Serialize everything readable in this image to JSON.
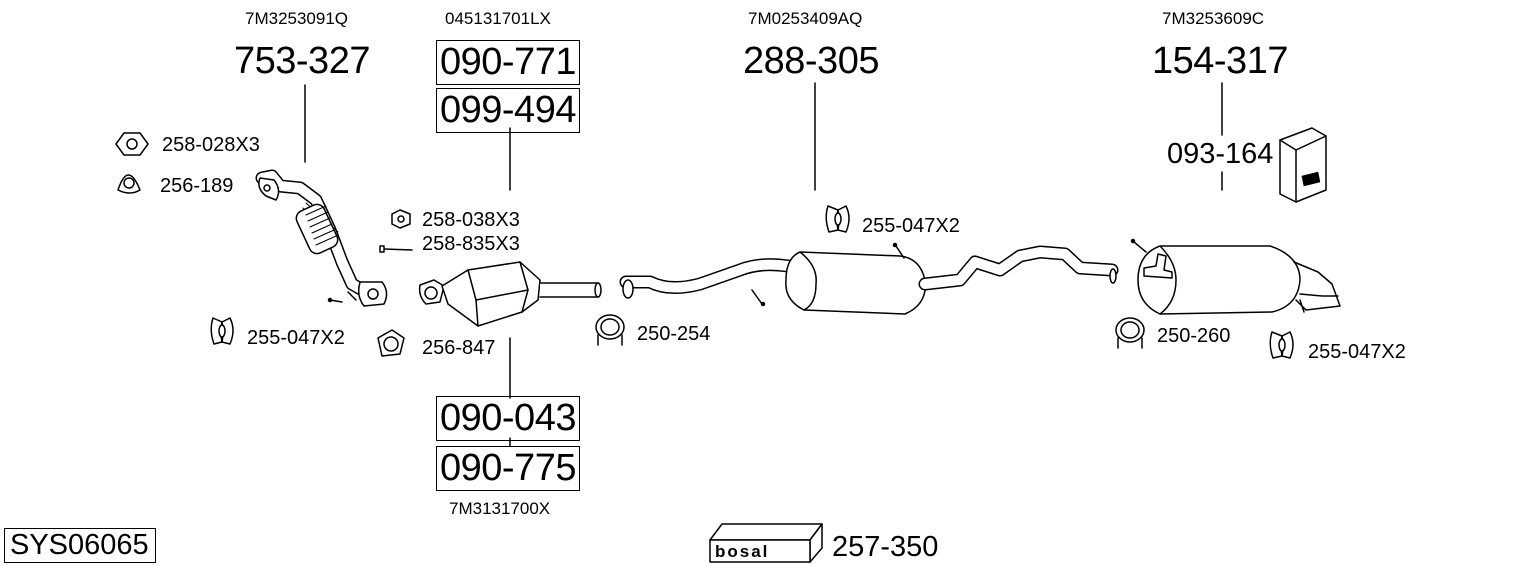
{
  "system_code": "SYS06065",
  "groups": [
    {
      "oem": "7M3253091Q",
      "part_numbers": [
        "753-327"
      ]
    },
    {
      "oem": "045131701LX",
      "part_numbers": [
        "090-771",
        "099-494"
      ]
    },
    {
      "oem": "7M0253409AQ",
      "part_numbers": [
        "288-305"
      ]
    },
    {
      "oem": "7M3253609C",
      "part_numbers": [
        "154-317"
      ]
    },
    {
      "oem": "7M3131700X",
      "part_numbers": [
        "090-043",
        "090-775"
      ]
    }
  ],
  "accessories": {
    "nut_front": "258-028X3",
    "gasket_front": "256-189",
    "hanger_left": "255-047X2",
    "gasket_cat": "256-847",
    "nut_cat": "258-038X3",
    "bolt_cat": "258-835X3",
    "clamp_mid": "250-254",
    "hanger_mid": "255-047X2",
    "mounting_kit": "093-164",
    "clamp_rear": "250-260",
    "hanger_rear": "255-047X2"
  },
  "bosal_box": {
    "brand": "bosal",
    "part_number": "257-350"
  }
}
